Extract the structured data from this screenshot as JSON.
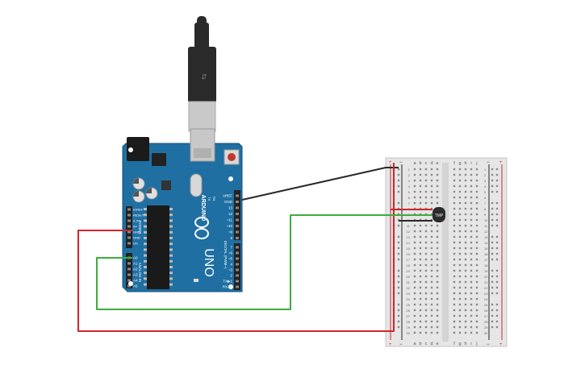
{
  "arduino": {
    "logo_text": "ARDUINO",
    "model_text": "UNO",
    "power_header_title": "POWER",
    "analog_header_title": "ANALOG IN",
    "digital_header_title": "DIGITAL (PWM~)",
    "power_pins": [
      "IOREF",
      "RESET",
      "3.3V",
      "5V",
      "GND",
      "GND",
      "Vin"
    ],
    "analog_pins": [
      "A0",
      "A1",
      "A2",
      "A3",
      "A4",
      "A5"
    ],
    "digital_top_pins": [
      "AREF",
      "GND",
      "13",
      "12",
      "~11",
      "~10",
      "~9",
      "8"
    ],
    "digital_bottom_pins": [
      "7",
      "~6",
      "~5",
      "4",
      "~3",
      "2",
      "TX▶1",
      "RX◀0"
    ],
    "led_labels": [
      "TX",
      "RX"
    ],
    "body_color": "#1f6fa3",
    "header_color": "#222222"
  },
  "usb_cable": {
    "plug_color": "#2a2a2a",
    "metal_color": "#c9c9c9"
  },
  "breadboard": {
    "column_labels_left": [
      "a",
      "b",
      "c",
      "d",
      "e"
    ],
    "column_labels_right": [
      "f",
      "g",
      "h",
      "i",
      "j"
    ],
    "row_count": 30,
    "rail_plus": "+",
    "rail_minus": "−"
  },
  "sensor": {
    "label": "TMP",
    "color": "#2b2b2b"
  },
  "wires": [
    {
      "name": "5v-wire",
      "color": "#d0262d",
      "from": "5V",
      "to": "breadboard-plus-rail"
    },
    {
      "name": "gnd-wire",
      "color": "#2a2a2a",
      "from": "GND",
      "to": "breadboard-row-1"
    },
    {
      "name": "signal-wire",
      "color": "#3aae3a",
      "from": "A0",
      "to": "sensor-output"
    }
  ]
}
